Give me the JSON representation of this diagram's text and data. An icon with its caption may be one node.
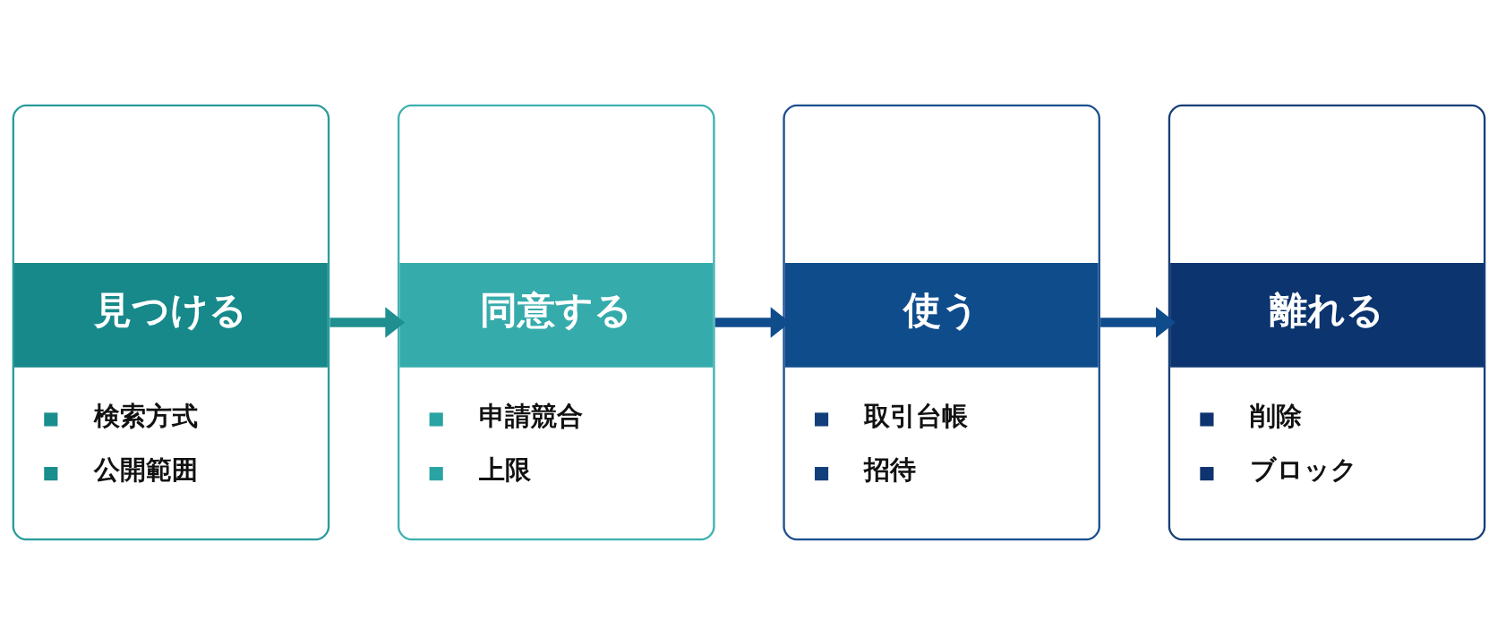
{
  "diagram": {
    "nodes": [
      {
        "text": [
          "見つける",
          "検索方式",
          "公開範囲"
        ]
      },
      {
        "text": [
          "同意する",
          "申請競合",
          "上限"
        ]
      },
      {
        "text": [
          "使う",
          "取引台帳",
          "招待"
        ]
      },
      {
        "text": [
          "離れる",
          "削除",
          "ブロック"
        ]
      }
    ],
    "edges": [
      {
        "from": 0,
        "to": 1,
        "arrow": "to",
        "color": "#1f8f8f"
      },
      {
        "from": 1,
        "to": 2,
        "arrow": "to"
      },
      {
        "from": 2,
        "to": 3,
        "arrow": "to"
      }
    ]
  }
}
